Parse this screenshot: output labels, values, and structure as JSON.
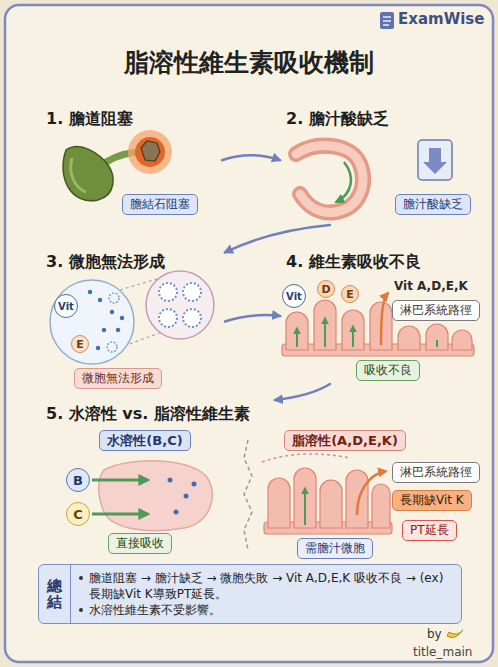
{
  "diagram": {
    "title": "脂溶性維生素吸收機制",
    "nodes": [
      {
        "text": [
          "1. 膽道阻塞"
        ]
      },
      {
        "text": [
          "膽結石阻塞"
        ],
        "in": 0
      },
      {
        "text": [
          "2. 膽汁酸缺乏"
        ]
      },
      {
        "text": [
          "膽汁酸缺乏"
        ],
        "in": 2
      },
      {
        "text": [
          "3. 微胞無法形成"
        ]
      },
      {
        "text": [
          "Vit"
        ],
        "in": 4
      },
      {
        "text": [
          "E"
        ],
        "in": 4
      },
      {
        "text": [
          "微胞無法形成"
        ],
        "in": 4
      },
      {
        "text": [
          "4. 維生素吸收不良"
        ]
      },
      {
        "text": [
          "Vit"
        ],
        "in": 8
      },
      {
        "text": [
          "D"
        ],
        "in": 8
      },
      {
        "text": [
          "E"
        ],
        "in": 8
      },
      {
        "text": [
          "淋巴系統路徑"
        ],
        "in": 8
      },
      {
        "text": [
          "吸收不良"
        ],
        "in": 8
      },
      {
        "text": [
          "5. 水溶性 vs. 脂溶性維生素"
        ]
      },
      {
        "text": [
          "水溶性(B,C)"
        ],
        "in": 14
      },
      {
        "text": [
          "B"
        ],
        "in": 14
      },
      {
        "text": [
          "C"
        ],
        "in": 14
      },
      {
        "text": [
          "直接吸收"
        ],
        "in": 14
      },
      {
        "text": [
          "脂溶性(A,D,E,K)"
        ],
        "in": 14
      },
      {
        "text": [
          "淋巴系統路徑"
        ],
        "in": 14
      },
      {
        "text": [
          "長期缺Vit K"
        ],
        "in": 14
      },
      {
        "text": [
          "PT延長"
        ],
        "in": 14
      },
      {
        "text": [
          "需膽汁微胞"
        ],
        "in": 14
      },
      {
        "text": [
          "總結",
          "膽道阻塞 → 膽汁缺乏 → 微胞失敗 → Vit A,D,E,K 吸收不良 → (ex)長期缺Vit K導致PT延長。",
          "水溶性維生素不受影響。"
        ]
      }
    ],
    "edges": [
      {
        "from": 0,
        "to": 2,
        "arrow": "to"
      },
      {
        "from": 2,
        "to": 4,
        "arrow": "to"
      },
      {
        "from": 4,
        "to": 8,
        "arrow": "to"
      },
      {
        "from": 8,
        "to": 14,
        "arrow": "to"
      }
    ],
    "labels": [
      "ExamWise",
      "Vit A,D,E,K",
      "by",
      "title_main"
    ]
  }
}
